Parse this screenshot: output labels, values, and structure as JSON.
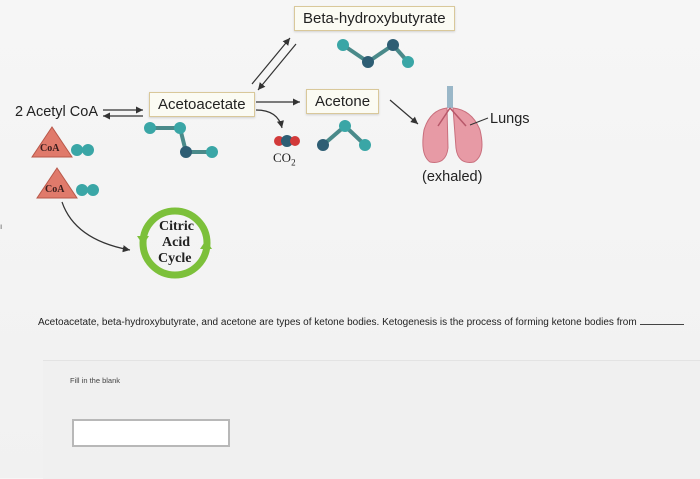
{
  "diagram": {
    "acetyl_coa": "2 Acetyl CoA",
    "acetoacetate": "Acetoacetate",
    "beta_hydroxybutyrate": "Beta-hydroxybutyrate",
    "acetone": "Acetone",
    "co2": "CO",
    "co2_sub": "2",
    "lungs": "Lungs",
    "exhaled": "(exhaled)",
    "coa_1": "CoA",
    "coa_2": "CoA",
    "citric_line1": "Citric",
    "citric_line2": "Acid",
    "citric_line3": "Cycle"
  },
  "question": {
    "text": "Acetoacetate, beta-hydroxybutyrate, and acetone are types of ketone bodies. Ketogenesis is the process of forming ketone bodies from"
  },
  "answer": {
    "label": "Fill in the blank",
    "value": ""
  },
  "colors": {
    "label_border": "#d9c89a",
    "molecule_teal": "#3aa6a6",
    "molecule_dark": "#2e5e74",
    "oxygen_red": "#d23a3a",
    "coa_triangle": "#e07a6b",
    "cycle_green": "#7cc03a",
    "lung_pink": "#e79aa5"
  }
}
